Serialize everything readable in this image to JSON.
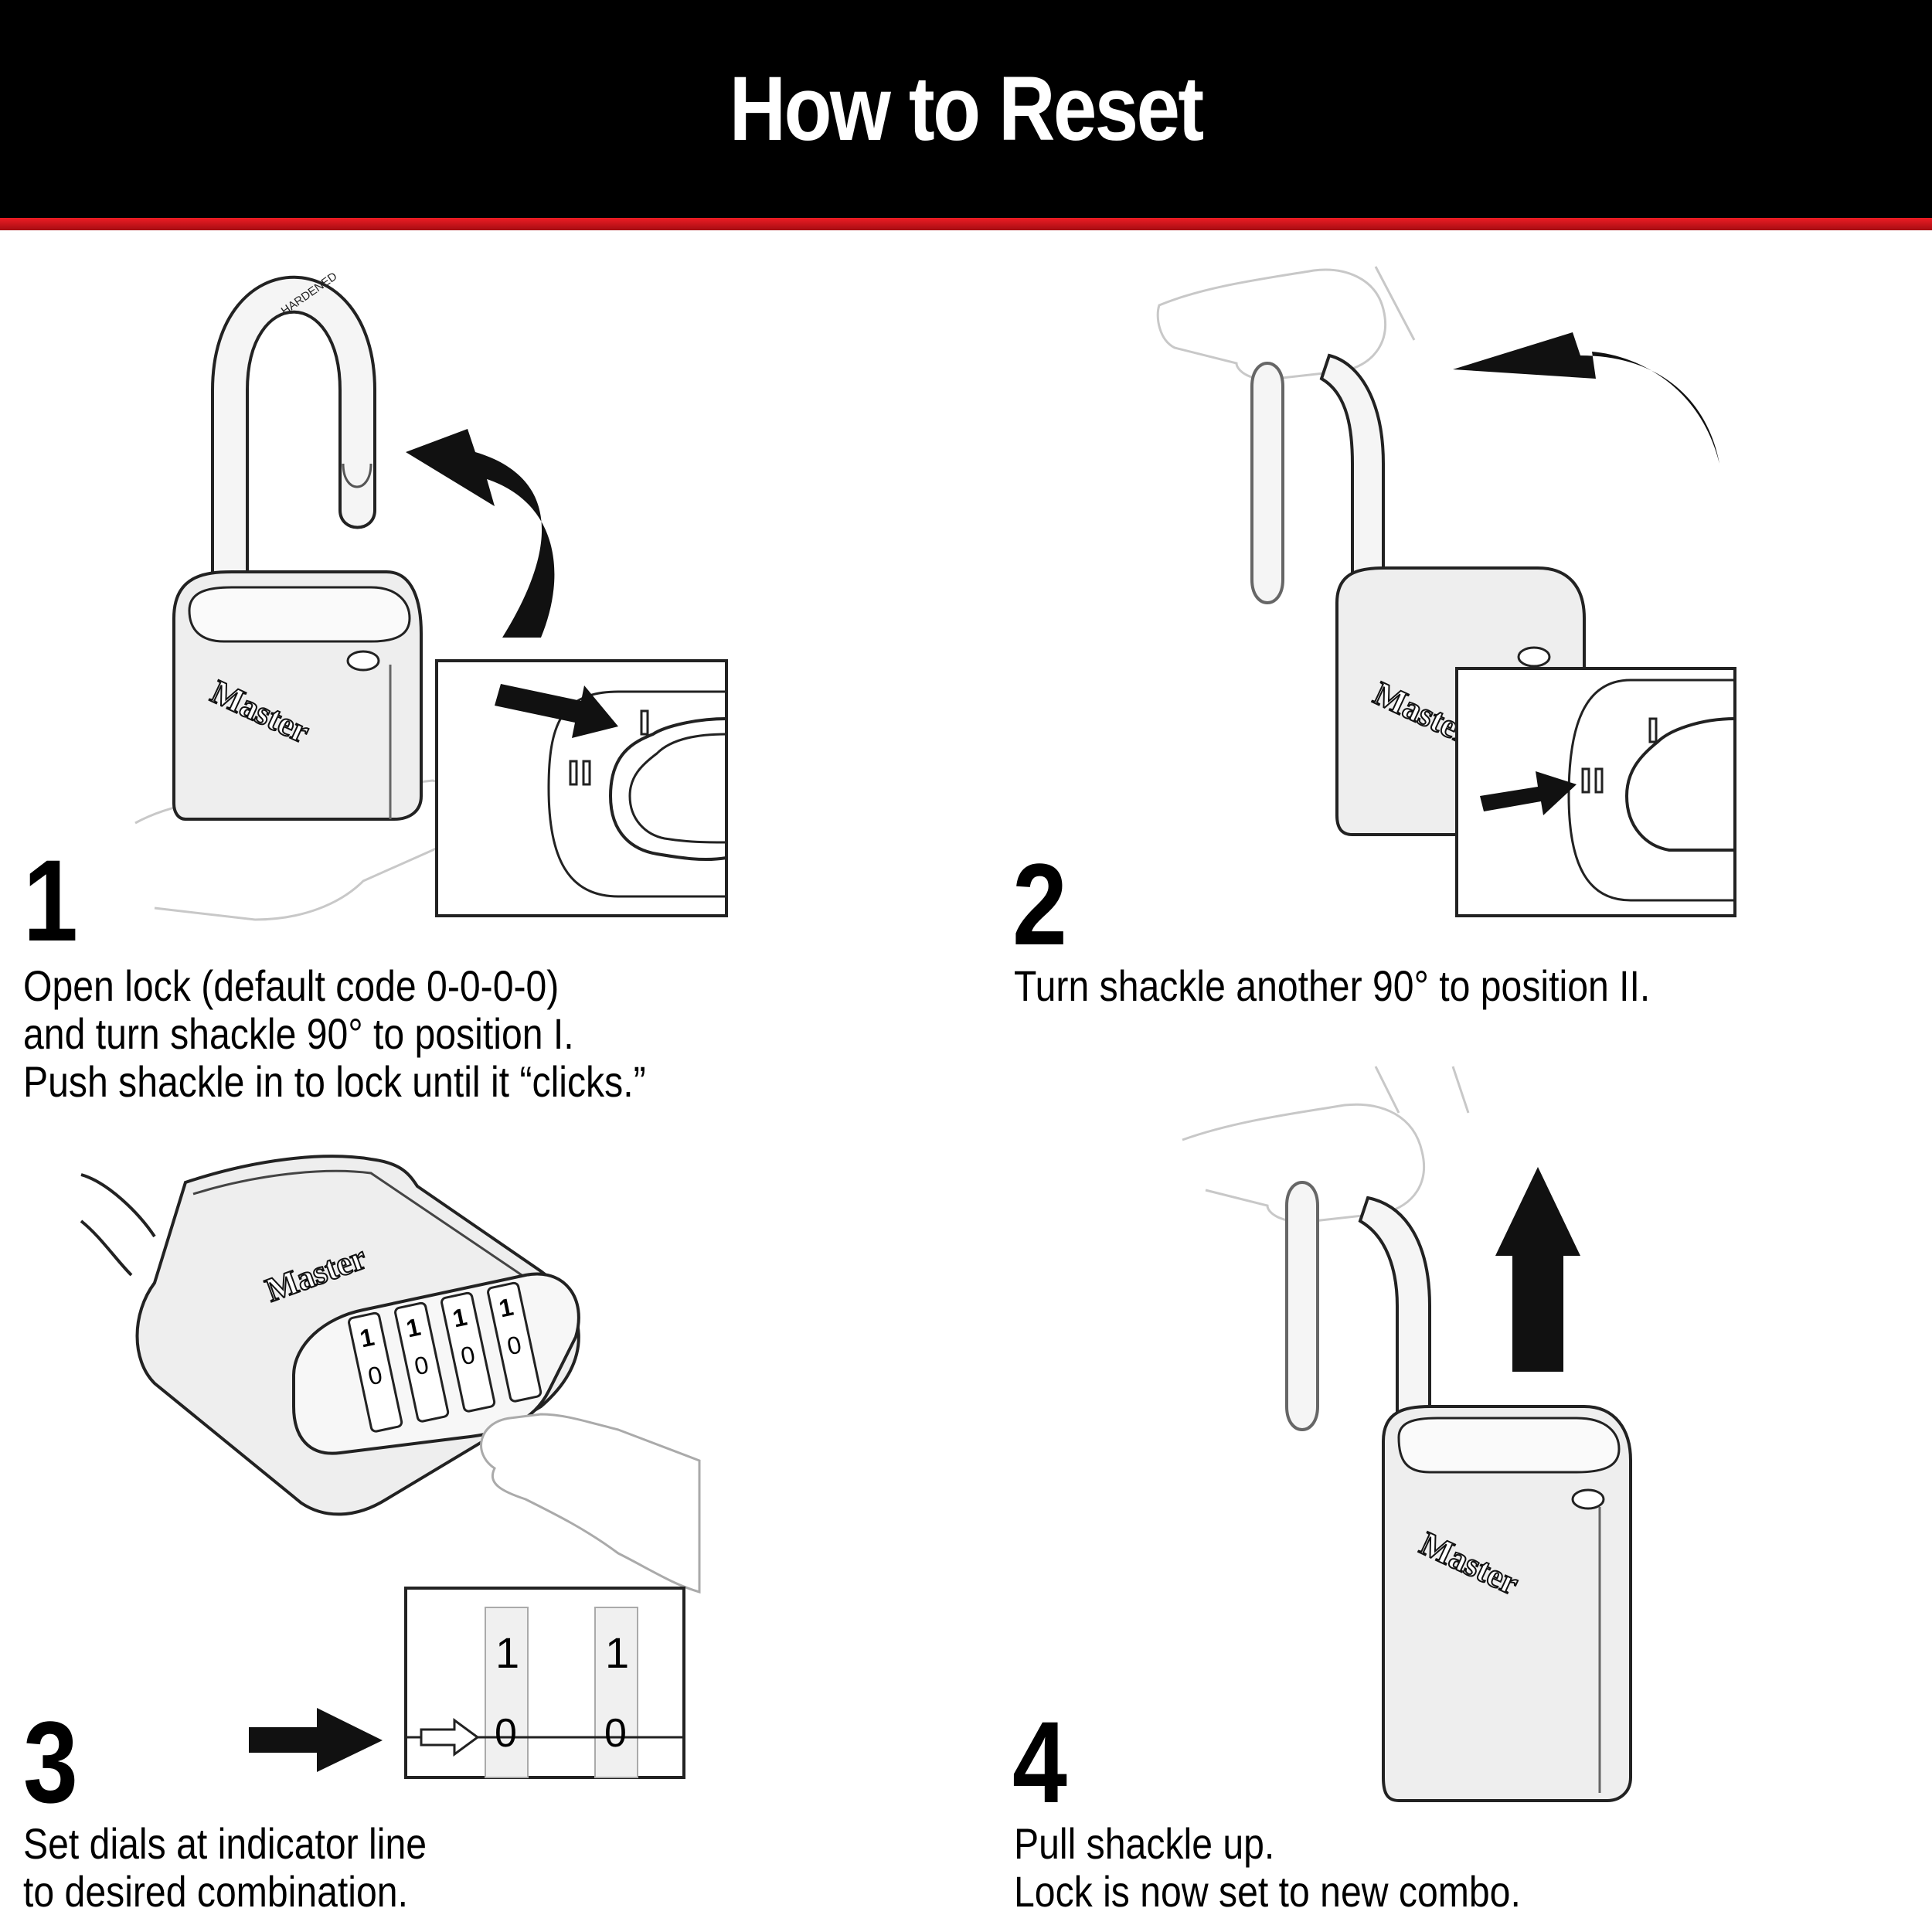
{
  "header": {
    "title": "How to Reset"
  },
  "colors": {
    "header_bg": "#000000",
    "accent_red": "#ed1c24"
  },
  "steps": [
    {
      "number": "1",
      "lines": [
        "Open lock (default code 0-0-0-0)",
        "and turn shackle 90° to position I.",
        "Push shackle in to lock until it “clicks.”"
      ]
    },
    {
      "number": "2",
      "lines": [
        "Turn shackle another 90° to position II."
      ]
    },
    {
      "number": "3",
      "lines": [
        "Set dials at indicator line",
        "to desired combination."
      ]
    },
    {
      "number": "4",
      "lines": [
        "Pull shackle up.",
        "Lock is now set to new combo."
      ]
    }
  ],
  "illustrations": {
    "brand": "Master",
    "shackle_stamp": "HARDENED",
    "dial_top": [
      "1",
      "1",
      "1",
      "1"
    ],
    "dial_bottom": [
      "0",
      "0",
      "0",
      "0"
    ],
    "inset_dial_top": [
      "1",
      "1"
    ],
    "inset_dial_bottom": [
      "0",
      "0"
    ],
    "icons": [
      "curved-arrow-icon",
      "straight-arrow-icon",
      "up-arrow-icon",
      "hand-icon",
      "indicator-arrow-icon"
    ]
  }
}
